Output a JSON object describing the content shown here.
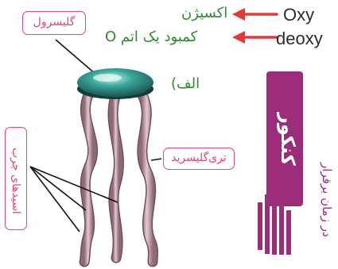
{
  "legend": {
    "oxy_en": "Oxy",
    "oxy_fa": "اکسیژن",
    "deoxy_en": "deoxy",
    "deoxy_fa": "کمبود یک اتم O"
  },
  "figure_label": "الف)",
  "labels": {
    "glycerol": "گلیسرول",
    "triglyceride": "تری‌گلیسرید",
    "fatty_acids": "اسیدهای چرب"
  },
  "brand": {
    "name": "کنکور",
    "slogan": "در زمان برقرار"
  },
  "colors": {
    "arrow": "#e53935",
    "label_border": "#e0457b",
    "brand": "#9b2d7a",
    "glycerol_cap": "#3aa89c",
    "chain": "#b88b97"
  }
}
